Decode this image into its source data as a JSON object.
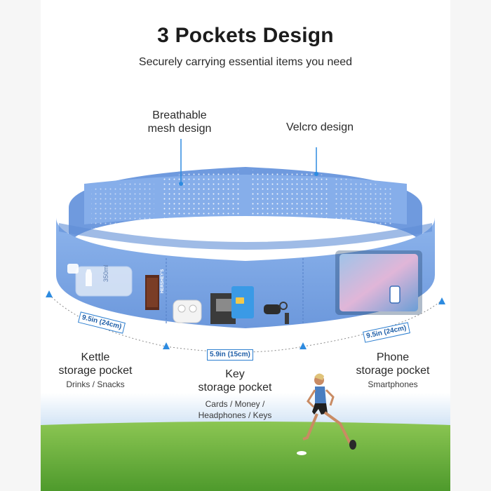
{
  "header": {
    "title": "3 Pockets Design",
    "subtitle": "Securely carrying essential items you need"
  },
  "callouts": {
    "mesh": "Breathable\nmesh design",
    "velcro": "Velcro design"
  },
  "bottle_label": "350ml",
  "snack_label": "HERSHEY'S",
  "measurements": {
    "left": "9.5in (24cm)",
    "middle": "5.9in (15cm)",
    "right": "9.5in (24cm)"
  },
  "pockets": {
    "kettle": {
      "title_line1": "Kettle",
      "title_line2": "storage pocket",
      "items": "Drinks / Snacks"
    },
    "key": {
      "title_line1": "Key",
      "title_line2": "storage pocket",
      "items_line1": "Cards / Money /",
      "items_line2": "Headphones / Keys"
    },
    "phone": {
      "title_line1": "Phone",
      "title_line2": "storage pocket",
      "items": "Smartphones"
    }
  },
  "colors": {
    "belt": "#7ea8e6",
    "belt_dark": "#5f8ed6",
    "accent": "#2d8be0",
    "grass": "#6bb23a",
    "sky": "#c8ddf2"
  }
}
